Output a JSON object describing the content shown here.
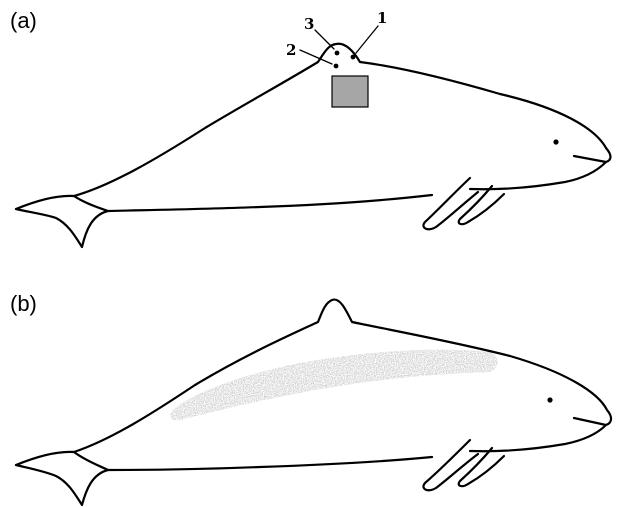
{
  "panels": [
    {
      "label": "(a)",
      "points": [
        {
          "label": "1"
        },
        {
          "label": "2"
        },
        {
          "label": "3"
        }
      ],
      "colors": {
        "patch": "#a6a6a6",
        "outline": "#000000"
      }
    },
    {
      "label": "(b)",
      "colors": {
        "band": "#b3b3b3",
        "outline": "#000000"
      }
    }
  ]
}
